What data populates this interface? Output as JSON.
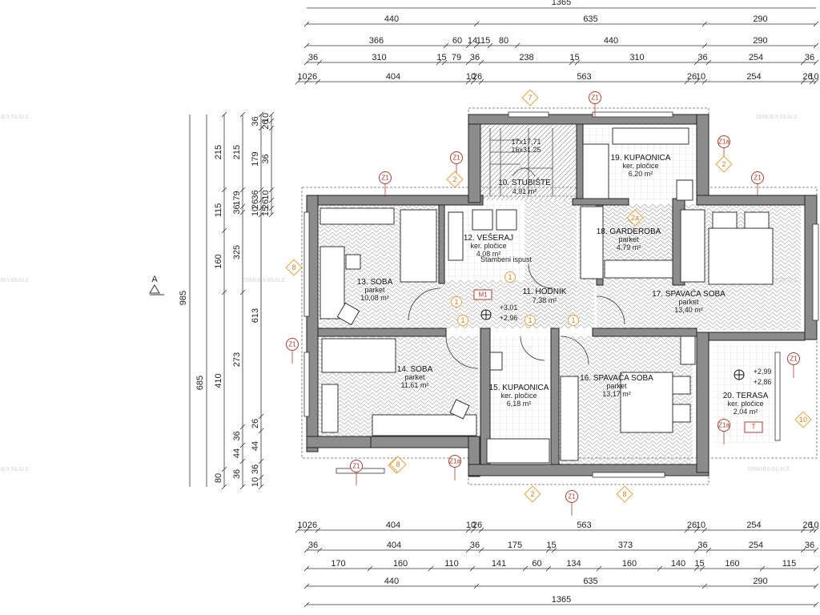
{
  "dims": {
    "top": [
      {
        "values": [
          "440",
          "635",
          "290"
        ],
        "cuts": [
          383,
          595,
          880,
          1019
        ]
      },
      {
        "values": [
          "366",
          "60",
          "14",
          "115",
          "80",
          "440",
          "290"
        ],
        "cuts": [
          383,
          557,
          585,
          595,
          612,
          646,
          880,
          1019
        ]
      },
      {
        "values": [
          "36",
          "310",
          "15",
          "79",
          "36",
          "238",
          "15",
          "310",
          "36",
          "254",
          "36"
        ],
        "cuts": [
          383,
          399,
          548,
          555,
          585,
          601,
          714,
          721,
          870,
          885,
          1003,
          1019
        ]
      },
      {
        "values": [
          "10",
          "26",
          "404",
          "10",
          "26",
          "563",
          "26",
          "10",
          "254",
          "26",
          "10"
        ],
        "cuts": [
          372,
          383,
          397,
          585,
          591,
          601,
          858,
          870,
          880,
          1003,
          1014,
          1019
        ]
      }
    ],
    "bottom": [
      {
        "values": [
          "10",
          "26",
          "404",
          "10",
          "26",
          "563",
          "26",
          "10",
          "254",
          "26",
          "10"
        ],
        "cuts": [
          372,
          383,
          397,
          585,
          591,
          601,
          858,
          870,
          880,
          1003,
          1014,
          1019
        ]
      },
      {
        "values": [
          "36",
          "404",
          "36",
          "175",
          "15",
          "373",
          "36",
          "254",
          "36"
        ],
        "cuts": [
          383,
          399,
          585,
          601,
          685,
          692,
          870,
          885,
          1003,
          1019
        ]
      },
      {
        "values": [
          "170",
          "160",
          "110",
          "141",
          "60",
          "134",
          "160",
          "140",
          "15",
          "160",
          "115"
        ],
        "cuts": [
          383,
          462,
          538,
          590,
          656,
          685,
          748,
          824,
          870,
          877,
          952,
          1019
        ]
      },
      {
        "values": [
          "440",
          "635",
          "290"
        ],
        "cuts": [
          383,
          595,
          880,
          1019
        ]
      },
      {
        "values": [
          "1365"
        ],
        "cuts": [
          383,
          1019
        ]
      }
    ],
    "top_total": "1365",
    "left": [
      {
        "values": [
          "215",
          "115",
          "160",
          "410",
          "80"
        ],
        "cuts": [
          143,
          237,
          288,
          365,
          586,
          608
        ]
      },
      {
        "values": [
          "215",
          "179",
          "36",
          "325",
          "273",
          "36",
          "44",
          "36"
        ],
        "cuts": [
          143,
          237,
          258,
          265,
          365,
          533,
          556,
          576,
          608
        ]
      },
      {
        "values": [
          "36",
          "179",
          "36",
          "26",
          "10",
          "613",
          "26",
          "44",
          "36",
          "10"
        ],
        "cuts": [
          143,
          160,
          237,
          250,
          260,
          268,
          520,
          538,
          576,
          596,
          608
        ]
      },
      {
        "values": [
          "10",
          "26",
          "36",
          "10",
          "26",
          "15"
        ],
        "cuts": [
          143,
          151,
          160,
          237,
          250,
          260,
          268
        ]
      }
    ],
    "left_outer": [
      "985",
      "685"
    ]
  },
  "section_marker": "A",
  "rooms": [
    {
      "name": "10. STUBIŠTE",
      "area": "4,91 m²"
    },
    {
      "name": "11. HODNIK",
      "area": "7,38 m²"
    },
    {
      "name": "12. VEŠERAJ",
      "floor": "ker. pločice",
      "area": "4,08 m²"
    },
    {
      "name": "13. SOBA",
      "floor": "parket",
      "area": "10,08 m²"
    },
    {
      "name": "14. SOBA",
      "floor": "parket",
      "area": "11,61 m²"
    },
    {
      "name": "15. KUPAONICA",
      "floor": "ker. pločice",
      "area": "6,18 m²"
    },
    {
      "name": "16. SPAVAĆA SOBA",
      "floor": "parket",
      "area": "13,17 m²"
    },
    {
      "name": "17. SPAVAĆA SOBA",
      "floor": "parket",
      "area": "13,40 m²"
    },
    {
      "name": "18. GARDEROBA",
      "floor": "parket",
      "area": "4,79 m²"
    },
    {
      "name": "19. KUPAONICA",
      "floor": "ker. pločice",
      "area": "6,20 m²"
    },
    {
      "name": "20. TERASA",
      "floor": "ker. pločice",
      "area": "2,04 m²"
    }
  ],
  "stair": {
    "steps": "17x17,71",
    "tread": "16x31,25"
  },
  "levels": {
    "hall_top": "+3,01",
    "hall_bottom": "+2,96",
    "terrace_top": "+2,99",
    "terrace_bottom": "+2,86"
  },
  "markers": {
    "z1": "Z1",
    "z1a": "Z1a",
    "m1": "M1",
    "t": "T",
    "d2": "2",
    "d8": "8",
    "d10": "10",
    "d1": "1",
    "d7": "7",
    "d2a": "2a",
    "stair_note": "Stambeni ispust"
  },
  "colors": {
    "wall": "#8c8c8c",
    "marker_red": "#b23a2a",
    "marker_orange": "#e8a030"
  }
}
